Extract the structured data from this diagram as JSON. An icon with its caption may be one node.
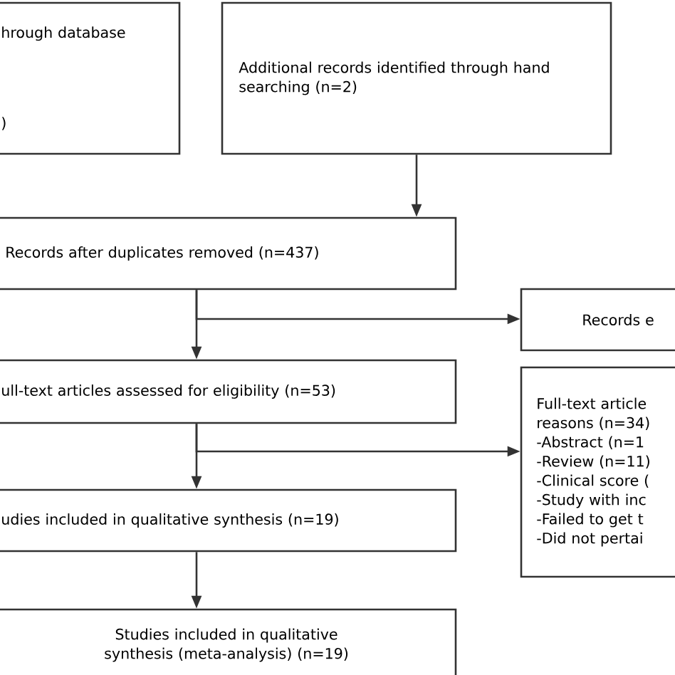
{
  "diagram": {
    "nodes": [
      {
        "text": [
          "hrough database",
          ")"
        ]
      },
      {
        "text": [
          "Additional records identified through hand searching (n=2)"
        ]
      },
      {
        "text": [
          "Records after duplicates removed (n=437)"
        ]
      },
      {
        "text": [
          "Records e"
        ]
      },
      {
        "text": [
          "ull-text articles assessed for eligibility (n=53)"
        ]
      },
      {
        "text": [
          "Full-text article",
          "reasons (n=34)",
          "-Abstract (n=1",
          "-Review (n=11)",
          "-Clinical score (",
          "-Study with inc",
          "-Failed to get t",
          "-Did not pertai"
        ]
      },
      {
        "text": [
          "udies included in qualitative synthesis (n=19)"
        ]
      },
      {
        "text": [
          "Studies included in qualitative synthesis (meta-analysis) (n=19)"
        ]
      }
    ],
    "edges": [
      {
        "from": 1,
        "to": 2,
        "arrow": "to"
      },
      {
        "from": 2,
        "to": 4,
        "arrow": "to"
      },
      {
        "from": 2,
        "to": 3,
        "arrow": "to"
      },
      {
        "from": 4,
        "to": 6,
        "arrow": "to"
      },
      {
        "from": 4,
        "to": 5,
        "arrow": "to"
      },
      {
        "from": 6,
        "to": 7,
        "arrow": "to"
      }
    ]
  }
}
